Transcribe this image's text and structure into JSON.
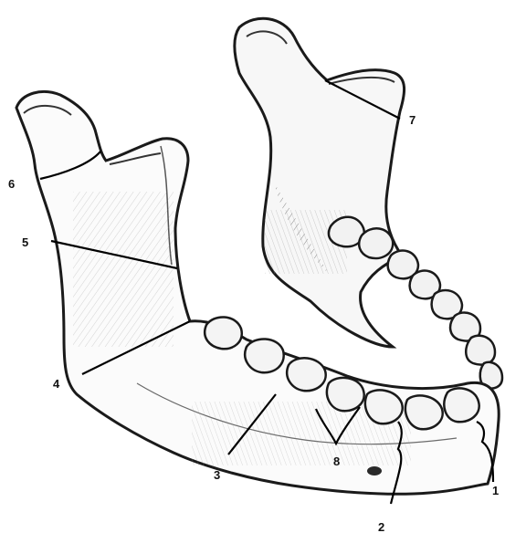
{
  "figure": {
    "subject": "mandible",
    "style": "pencil sketch",
    "stroke_color": "#1a1a1a",
    "background": "#ffffff"
  },
  "labels": [
    {
      "id": "1",
      "text": "1"
    },
    {
      "id": "2",
      "text": "2"
    },
    {
      "id": "3",
      "text": "3"
    },
    {
      "id": "4",
      "text": "4"
    },
    {
      "id": "5",
      "text": "5"
    },
    {
      "id": "6",
      "text": "6"
    },
    {
      "id": "7",
      "text": "7"
    },
    {
      "id": "8",
      "text": "8"
    }
  ]
}
